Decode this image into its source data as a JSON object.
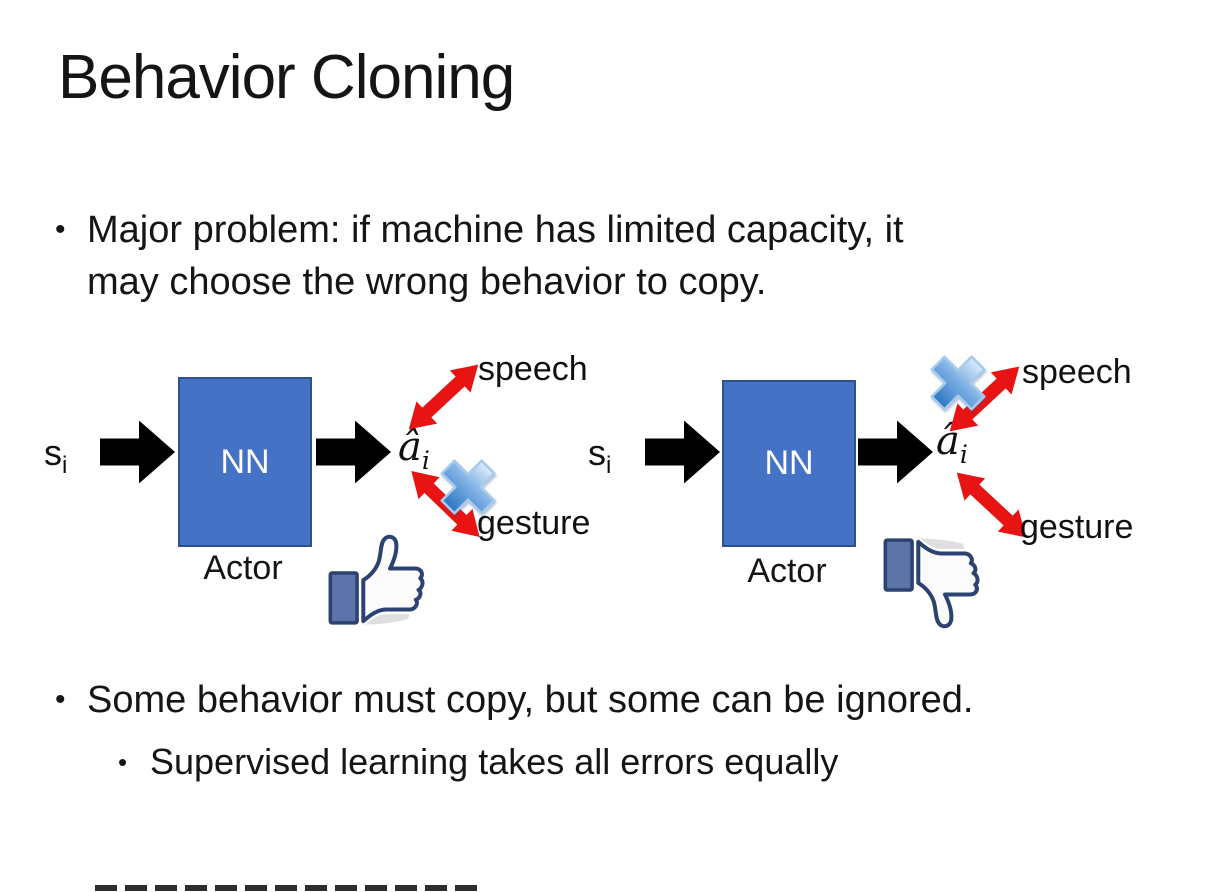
{
  "slide": {
    "title": "Behavior Cloning",
    "bullet_char": "•",
    "bullet1_line1": "Major problem: if machine has limited capacity, it",
    "bullet1_line2": "may choose the wrong behavior to copy.",
    "bullet2": "Some behavior must copy, but some can be ignored.",
    "bullet2_sub": "Supervised learning takes all errors equally"
  },
  "diagram": {
    "left": {
      "input_base": "s",
      "input_sub": "i",
      "nn_label": "NN",
      "actor_label": "Actor",
      "output_base": "â",
      "output_sub": "i",
      "speech_label": "speech",
      "gesture_label": "gesture",
      "crossed_out": "gesture",
      "feedback_icon": "thumbs-up"
    },
    "right": {
      "input_base": "s",
      "input_sub": "i",
      "nn_label": "NN",
      "actor_label": "Actor",
      "output_base": "â",
      "output_sub": "i",
      "speech_label": "speech",
      "gesture_label": "gesture",
      "crossed_out": "speech",
      "feedback_icon": "thumbs-down"
    }
  },
  "colors": {
    "nn_box_fill": "#4472C4",
    "nn_box_border": "#2F528F",
    "block_arrow": "#000000",
    "double_arrow_red": "#E81313",
    "cross_blue_light": "#DCEBFA",
    "cross_blue_mid": "#7FB2E5",
    "cross_blue_dark": "#2E75C3",
    "thumb_outline": "#2C4270",
    "thumb_cuff": "#5C74A9",
    "text": "#111111"
  }
}
